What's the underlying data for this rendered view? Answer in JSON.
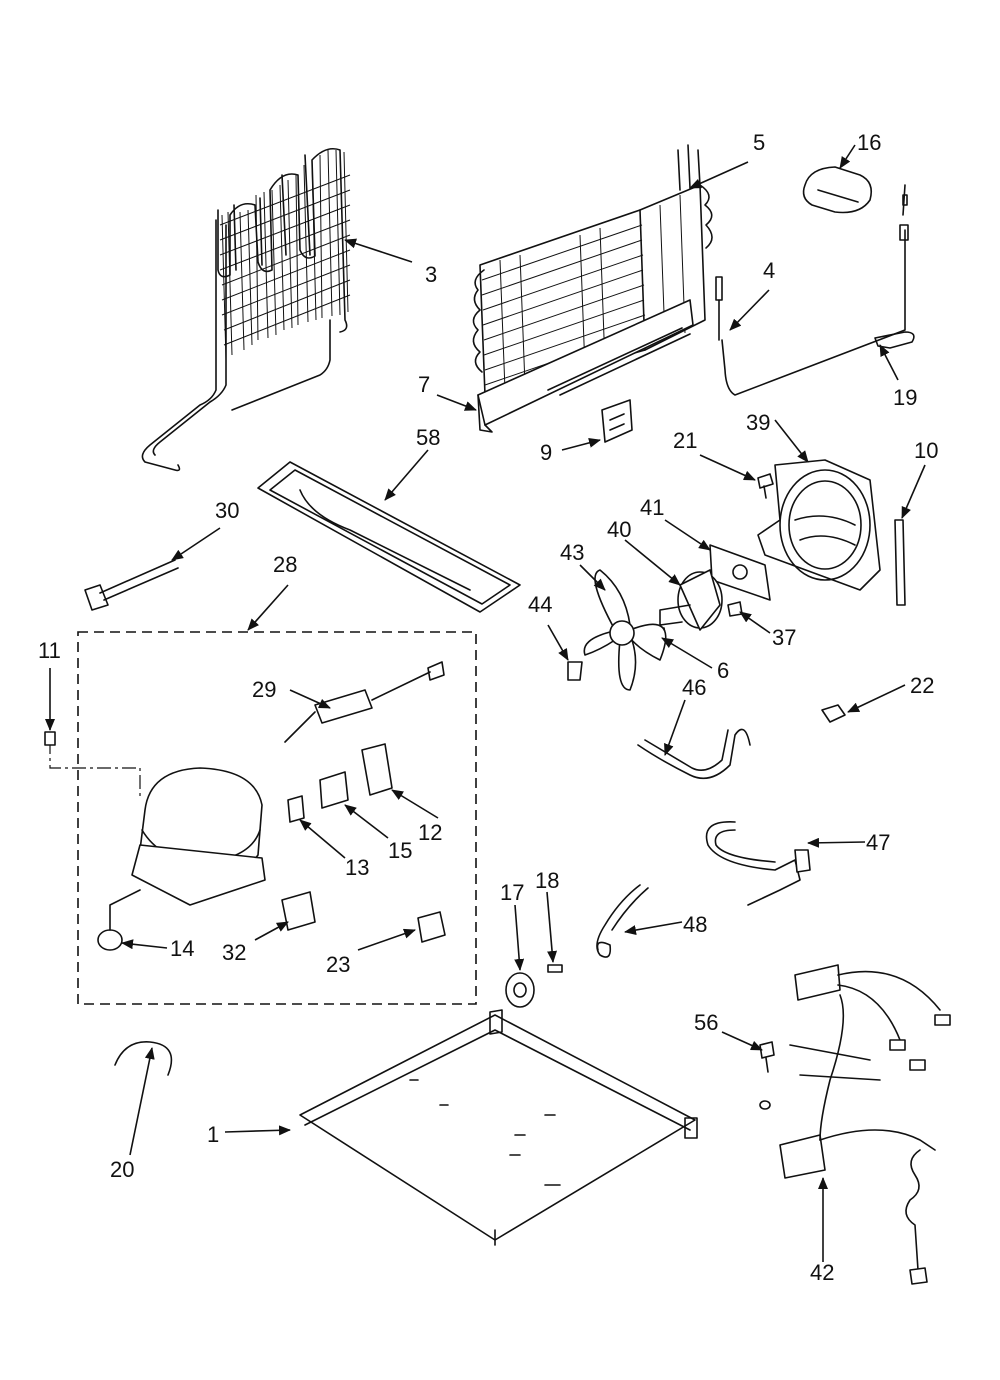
{
  "callouts": {
    "c1": "1",
    "c3": "3",
    "c4": "4",
    "c5": "5",
    "c6": "6",
    "c7": "7",
    "c9": "9",
    "c10": "10",
    "c11": "11",
    "c12": "12",
    "c13": "13",
    "c14": "14",
    "c15": "15",
    "c16": "16",
    "c17": "17",
    "c18": "18",
    "c19": "19",
    "c20": "20",
    "c21": "21",
    "c22": "22",
    "c23": "23",
    "c28": "28",
    "c29": "29",
    "c30": "30",
    "c32": "32",
    "c37": "37",
    "c39": "39",
    "c40": "40",
    "c41": "41",
    "c42": "42",
    "c43": "43",
    "c44": "44",
    "c46": "46",
    "c47": "47",
    "c48": "48",
    "c56": "56",
    "c58": "58"
  }
}
